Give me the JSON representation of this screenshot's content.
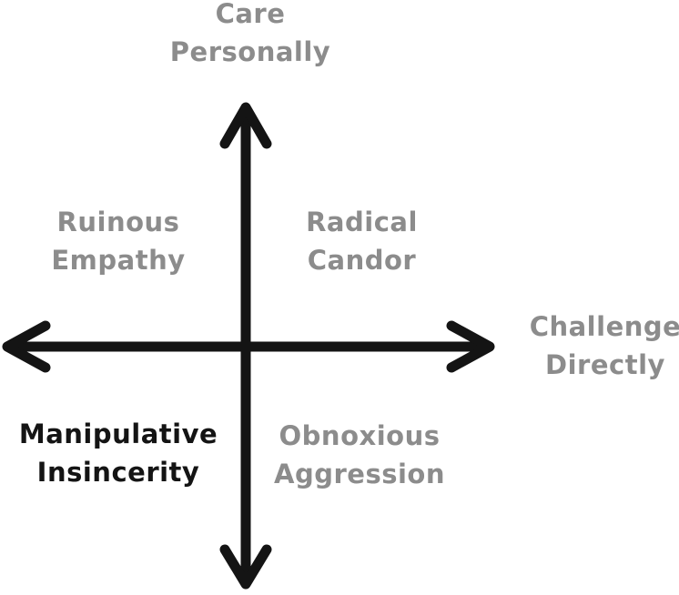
{
  "axes": {
    "vertical": {
      "top_label": [
        "Care",
        "Personally"
      ]
    },
    "horizontal": {
      "right_label": [
        "Challenge",
        "Directly"
      ]
    }
  },
  "quadrants": {
    "top_left": {
      "lines": [
        "Ruinous",
        "Empathy"
      ],
      "highlighted": false
    },
    "top_right": {
      "lines": [
        "Radical",
        "Candor"
      ],
      "highlighted": false
    },
    "bottom_left": {
      "lines": [
        "Manipulative",
        "Insincerity"
      ],
      "highlighted": true
    },
    "bottom_right": {
      "lines": [
        "Obnoxious",
        "Aggression"
      ],
      "highlighted": false
    }
  },
  "colors": {
    "axis": "#141414",
    "label": "#8c8c8c",
    "highlight": "#141414",
    "background": "#ffffff"
  }
}
